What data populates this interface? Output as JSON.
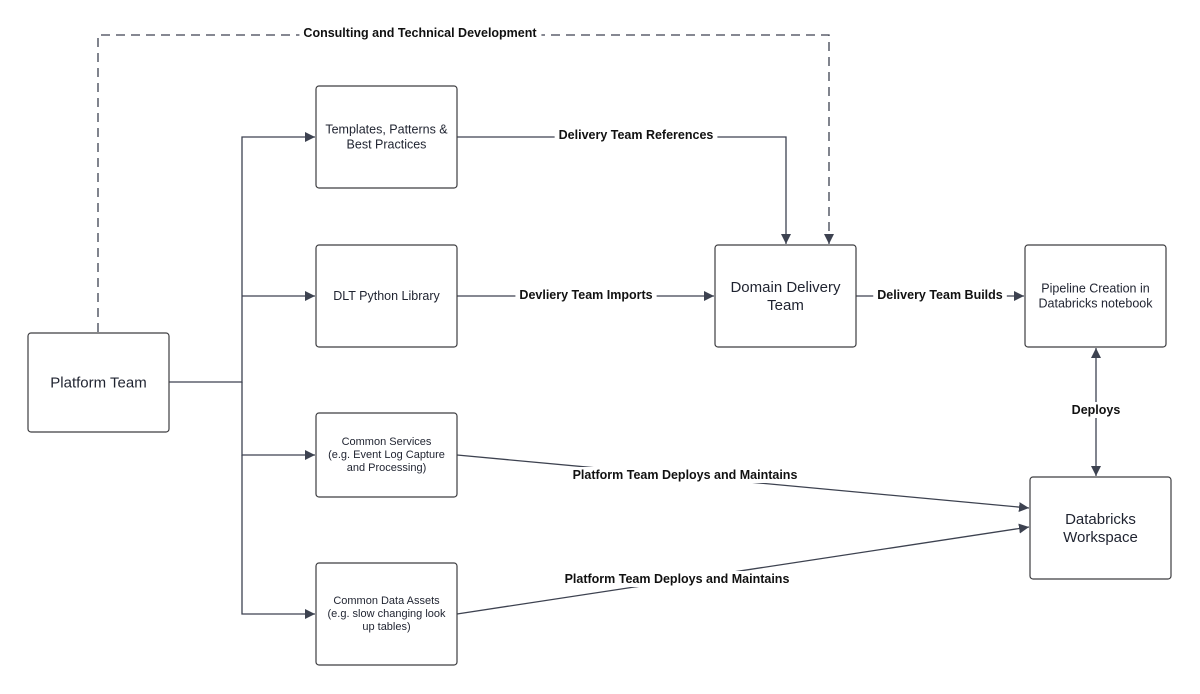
{
  "nodes": [
    {
      "id": "platform_team",
      "lines": [
        "Platform Team"
      ]
    },
    {
      "id": "templates",
      "lines": [
        "Templates, Patterns &",
        "Best Practices"
      ]
    },
    {
      "id": "dlt_library",
      "lines": [
        "DLT Python Library"
      ]
    },
    {
      "id": "common_services",
      "lines": [
        "Common Services",
        "(e.g. Event Log Capture",
        "and Processing)"
      ]
    },
    {
      "id": "common_data_assets",
      "lines": [
        "Common Data Assets",
        "(e.g. slow changing look",
        "up tables)"
      ]
    },
    {
      "id": "domain_delivery_team",
      "lines": [
        "Domain Delivery",
        "Team"
      ]
    },
    {
      "id": "pipeline_creation",
      "lines": [
        "Pipeline Creation in",
        "Databricks notebook"
      ]
    },
    {
      "id": "databricks_workspace",
      "lines": [
        "Databricks",
        "Workspace"
      ]
    }
  ],
  "edges": [
    {
      "id": "consulting",
      "from": "platform_team",
      "to": "domain_delivery_team",
      "label": "Consulting and Technical Development",
      "style": "dashed"
    },
    {
      "id": "to_templates",
      "from": "platform_team",
      "to": "templates",
      "label": "",
      "style": "solid"
    },
    {
      "id": "to_dlt",
      "from": "platform_team",
      "to": "dlt_library",
      "label": "",
      "style": "solid"
    },
    {
      "id": "to_services",
      "from": "platform_team",
      "to": "common_services",
      "label": "",
      "style": "solid"
    },
    {
      "id": "to_assets",
      "from": "platform_team",
      "to": "common_data_assets",
      "label": "",
      "style": "solid"
    },
    {
      "id": "references",
      "from": "templates",
      "to": "domain_delivery_team",
      "label": "Delivery Team References",
      "style": "solid"
    },
    {
      "id": "imports",
      "from": "dlt_library",
      "to": "domain_delivery_team",
      "label": "Devliery Team Imports",
      "style": "solid"
    },
    {
      "id": "builds",
      "from": "domain_delivery_team",
      "to": "pipeline_creation",
      "label": "Delivery Team Builds",
      "style": "solid"
    },
    {
      "id": "deploys",
      "from": "pipeline_creation",
      "to": "databricks_workspace",
      "label": "Deploys",
      "style": "solid",
      "bidirectional": true
    },
    {
      "id": "services_deploy",
      "from": "common_services",
      "to": "databricks_workspace",
      "label": "Platform Team Deploys and Maintains",
      "style": "solid"
    },
    {
      "id": "assets_deploy",
      "from": "common_data_assets",
      "to": "databricks_workspace",
      "label": "Platform Team Deploys and Maintains",
      "style": "solid"
    }
  ]
}
